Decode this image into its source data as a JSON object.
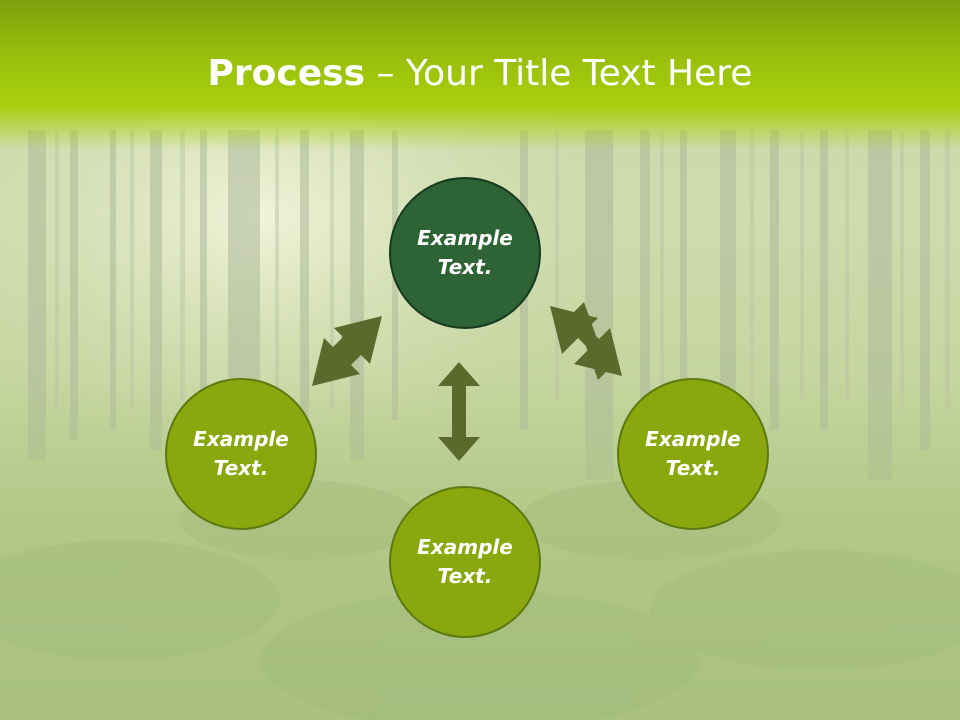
{
  "title": {
    "bold": "Process",
    "rest": " – Your Title Text Here"
  },
  "nodes": [
    {
      "id": "top",
      "text": "Example\nText."
    },
    {
      "id": "left",
      "text": "Example\nText."
    },
    {
      "id": "right",
      "text": "Example\nText."
    },
    {
      "id": "bottom",
      "text": "Example\nText."
    }
  ],
  "colors": {
    "header": "#a9cf0c",
    "center_node": "#2e6336",
    "outer_node": "#8aa80d",
    "arrow": "#5b6a2c",
    "text": "#ffffff"
  }
}
